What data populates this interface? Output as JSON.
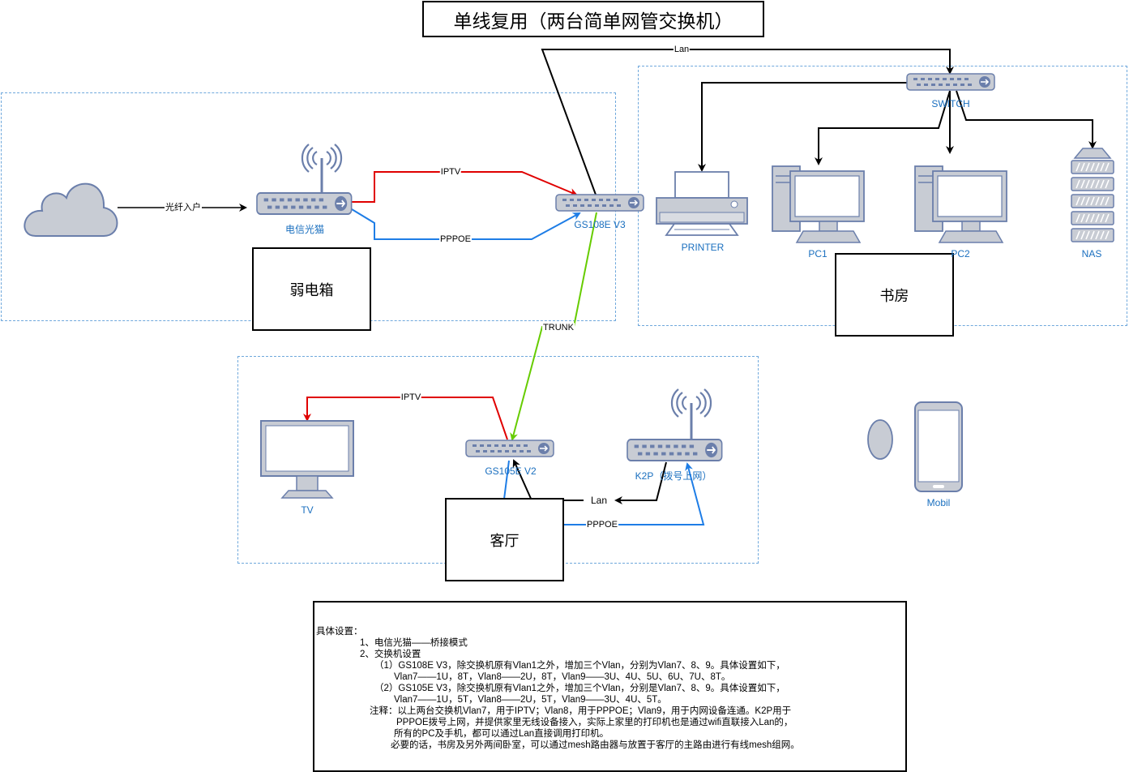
{
  "title": "单线复用（两台简单网管交换机）",
  "zones": {
    "weak_box": "弱电箱",
    "study": "书房",
    "living_room": "客厅"
  },
  "devices": {
    "modem": "电信光猫",
    "gs108e": "GS108E V3",
    "switch": "SWITCH",
    "printer": "PRINTER",
    "pc1": "PC1",
    "pc2": "PC2",
    "nas": "NAS",
    "tv": "TV",
    "gs105e": "GS105E V2",
    "k2p": "K2P（拨号上网）",
    "mobile": "Mobil"
  },
  "links": {
    "fiber": "光纤入户",
    "iptv_top": "IPTV",
    "pppoe_top": "PPPOE",
    "lan_top": "Lan",
    "trunk": "TRUNK",
    "iptv_bottom": "IPTV",
    "lan_bottom": "Lan",
    "pppoe_bottom": "PPPOE"
  },
  "link_colors": {
    "iptv": "#e00000",
    "pppoe": "#1e7de6",
    "trunk": "#66cc00",
    "lan": "#000000"
  },
  "icons": {
    "cloud": "cloud-icon",
    "router": "router-icon",
    "switch": "switch-icon",
    "printer": "printer-icon",
    "pc": "pc-icon",
    "server": "server-rack-icon",
    "monitor": "monitor-icon",
    "mobile": "mobile-phone-icon"
  },
  "notes": [
    "具体设置：",
    "1、电信光猫——桥接模式",
    "2、交换机设置",
    "（1）GS108E V3，除交换机原有Vlan1之外，增加三个Vlan，分别为Vlan7、8、9。具体设置如下，",
    "Vlan7——1U，8T，Vlan8——2U，8T，Vlan9——3U、4U、5U、6U、7U、8T。",
    "（2）GS105E V3，除交换机原有Vlan1之外，增加三个Vlan，分别是Vlan7、8、9。具体设置如下，",
    "Vlan7——1U，5T，Vlan8——2U，5T，Vlan9——3U、4U、5T。",
    "注释：以上两台交换机Vlan7，用于IPTV；Vlan8，用于PPPOE；Vlan9，用于内网设备连通。K2P用于",
    "PPPOE拨号上网，并提供家里无线设备接入，实际上家里的打印机也是通过wifi直联接入Lan的，",
    "所有的PC及手机，都可以通过Lan直接调用打印机。",
    "必要的话，书房及另外两间卧室，可以通过mesh路由器与放置于客厅的主路由进行有线mesh组网。"
  ]
}
